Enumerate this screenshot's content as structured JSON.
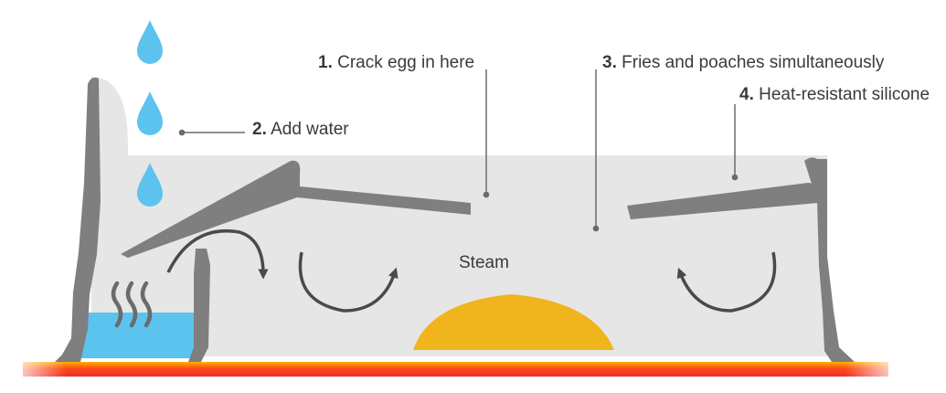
{
  "labels": {
    "crack": {
      "num": "1.",
      "text": " Crack egg in here"
    },
    "water": {
      "num": "2.",
      "text": " Add water"
    },
    "fries": {
      "num": "3.",
      "text": " Fries and poaches simultaneously"
    },
    "silicone": {
      "num": "4.",
      "text": " Heat-resistant silicone"
    }
  },
  "steam": "Steam",
  "colors": {
    "shell": "#7f7f7f",
    "interior": "#e4e4e4",
    "water": "#5bc3ee",
    "egg": "#f0b51c",
    "arrow": "#4a4a4a",
    "heat_top": "#ffb000",
    "heat_mid": "#ff4a1a",
    "heat_bottom": "#e8302a"
  },
  "icons": [
    "water-drop-icon",
    "steam-wave-icon",
    "circular-arrow-icon"
  ]
}
